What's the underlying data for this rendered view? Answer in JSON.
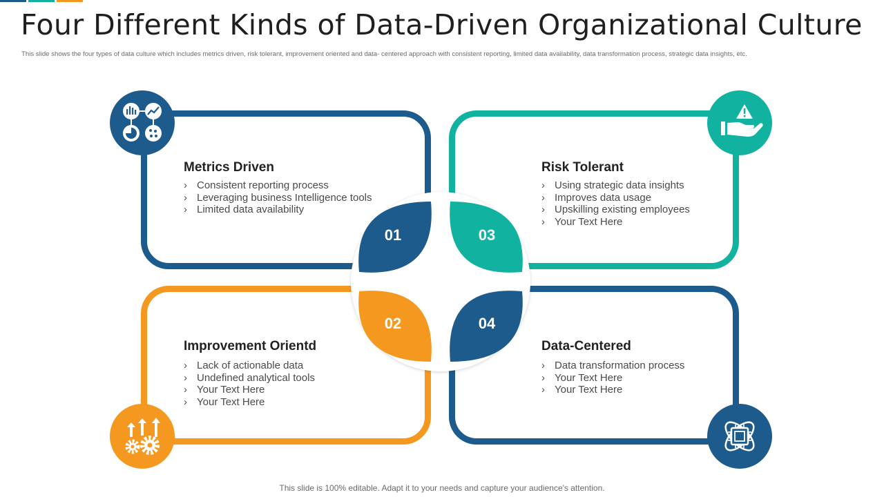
{
  "slide": {
    "title": "Four Different Kinds of Data-Driven Organizational Culture",
    "subtitle": "This slide shows the four types of data culture which includes metrics driven, risk tolerant, improvement oriented and data- centered approach with consistent reporting, limited data availability, data transformation process, strategic data insights, etc.",
    "footer": "This slide is 100% editable. Adapt it to your needs and capture your audience's attention."
  },
  "colors": {
    "blue": "#1d5b8c",
    "teal": "#12b2a0",
    "orange": "#f5981f"
  },
  "bullet_glyph": "›",
  "quadrants": [
    {
      "number": "01",
      "heading": "Metrics Driven",
      "color": "#1d5b8c",
      "icon": "analytics-dashboard-icon",
      "bullets": [
        "Consistent reporting process",
        "Leveraging business Intelligence tools",
        "Limited data availability"
      ]
    },
    {
      "number": "02",
      "heading": "Improvement Orientd",
      "color": "#f5981f",
      "icon": "growth-gears-icon",
      "bullets": [
        "Lack of actionable data",
        "Undefined analytical tools",
        "Your Text Here",
        "Your Text Here"
      ]
    },
    {
      "number": "03",
      "heading": "Risk Tolerant",
      "color": "#12b2a0",
      "icon": "hand-warning-icon",
      "bullets": [
        "Using strategic data insights",
        "Improves data usage",
        "Upskilling existing employees",
        "Your Text Here"
      ]
    },
    {
      "number": "04",
      "heading": "Data-Centered",
      "color": "#1d5b8c",
      "icon": "chip-orbit-icon",
      "bullets": [
        "Data transformation process",
        "Your Text Here",
        "Your Text Here"
      ]
    }
  ]
}
